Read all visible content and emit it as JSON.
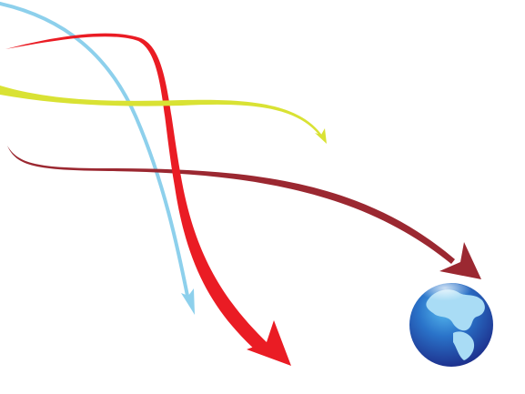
{
  "colors": {
    "background": "#ffffff",
    "light_blue_arrow": "#8dd0ec",
    "red_arrow": "#ea1c24",
    "dark_red_arrow": "#9b2831",
    "yellow_arrow": "#d9e234",
    "globe_dark": "#1d2f8c",
    "globe_mid": "#2a73c9",
    "globe_light": "#56b9ef",
    "globe_land": "#a9dcf5"
  },
  "icons": {
    "globe": "globe-icon",
    "arrows": [
      "light-blue-arrow",
      "red-arrow",
      "dark-red-arrow",
      "yellow-arrow"
    ]
  }
}
